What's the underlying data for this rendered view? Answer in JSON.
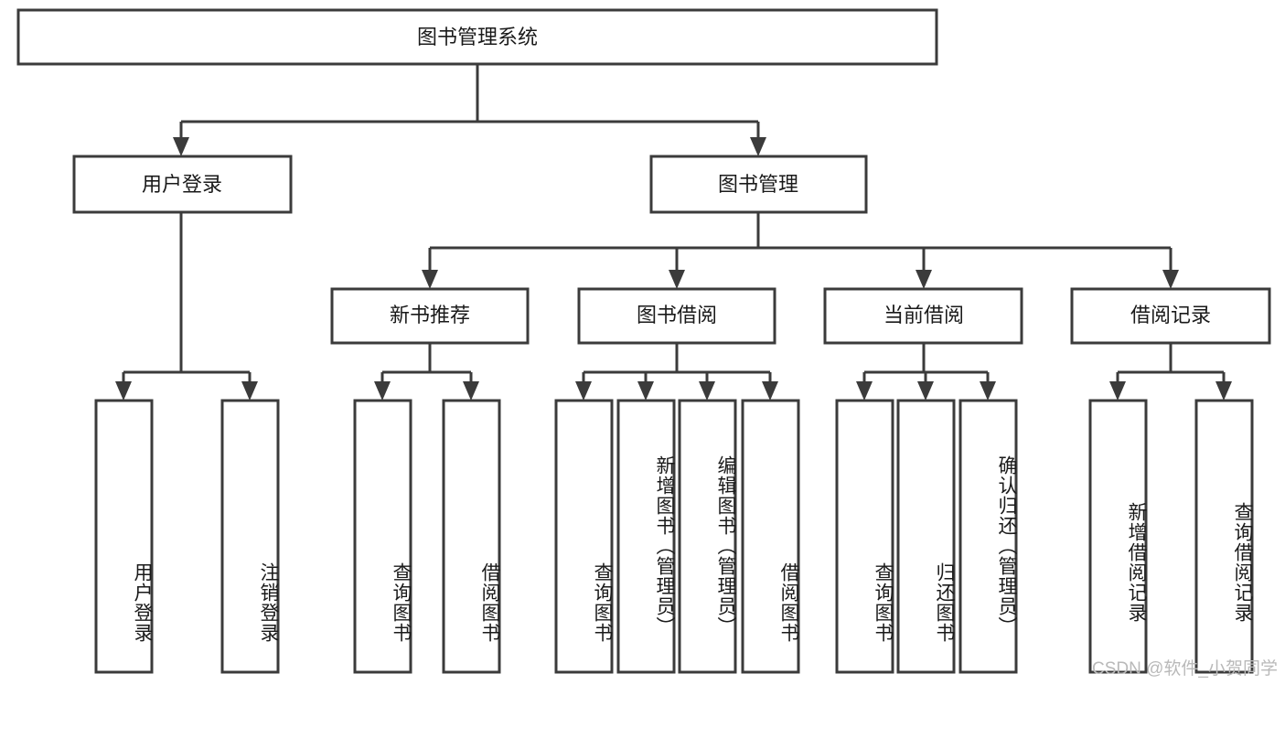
{
  "diagram": {
    "type": "tree",
    "title": "图书管理系统",
    "watermark": "CSDN @软件_小贺同学",
    "colors": {
      "stroke": "#3b3b3b",
      "fill": "#ffffff",
      "text": "#1a1a1a",
      "watermark": "#b9b9b9",
      "background": "#ffffff"
    },
    "levels": {
      "root": {
        "label": "图书管理系统"
      },
      "level2": [
        {
          "label": "用户登录"
        },
        {
          "label": "图书管理"
        }
      ],
      "level3": [
        {
          "label": "新书推荐"
        },
        {
          "label": "图书借阅"
        },
        {
          "label": "当前借阅"
        },
        {
          "label": "借阅记录"
        }
      ],
      "leaves": {
        "user_login": [
          {
            "label": "用户登录"
          },
          {
            "label": "注销登录"
          }
        ],
        "new_book_recommend": [
          {
            "label": "查询图书"
          },
          {
            "label": "借阅图书"
          }
        ],
        "book_borrow": [
          {
            "label": "查询图书"
          },
          {
            "label": "新增图书（管理员）"
          },
          {
            "label": "编辑图书（管理员）"
          },
          {
            "label": "借阅图书"
          }
        ],
        "current_borrow": [
          {
            "label": "查询图书"
          },
          {
            "label": "归还图书"
          },
          {
            "label": "确认归还（管理员）"
          }
        ],
        "borrow_records": [
          {
            "label": "新增借阅记录"
          },
          {
            "label": "查询借阅记录"
          }
        ]
      }
    }
  }
}
